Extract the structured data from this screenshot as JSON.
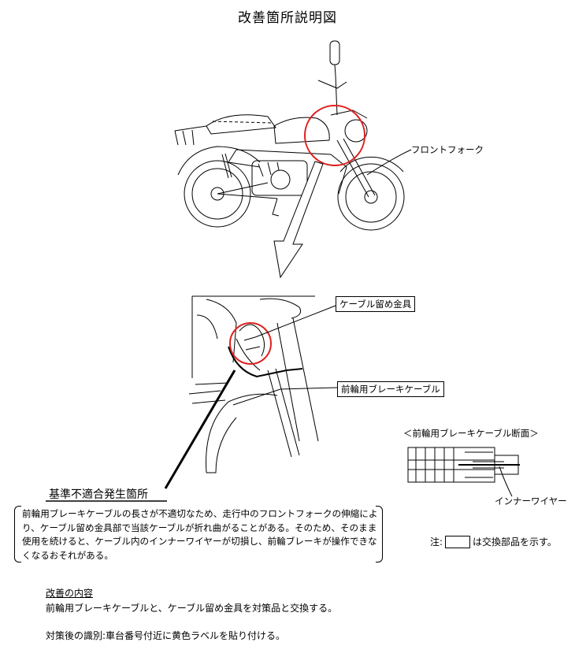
{
  "title": "改善箇所説明図",
  "labels": {
    "front_fork": "フロントフォーク",
    "cable_clamp": "ケーブル留め金具",
    "front_brake_cable": "前輪用ブレーキケーブル",
    "cross_section_title": "＜前輪用ブレーキケーブル断面＞",
    "inner_wire": "インナーワイヤー"
  },
  "defect": {
    "heading": "基準不適合発生箇所",
    "description": "前輪用ブレーキケーブルの長さが不適切なため、走行中のフロントフォークの伸縮により、ケーブル留め金具部で当該ケーブルが折れ曲がることがある。そのため、そのまま使用を続けると、ケーブル内のインナーワイヤーが切損し、前輪ブレーキが操作できなくなるおそれがある。"
  },
  "note": {
    "prefix": "注:",
    "suffix": "は交換部品を示す。"
  },
  "improvement": {
    "heading": "改善の内容",
    "text": "前輪用ブレーキケーブルと、ケーブル留め金具を対策品と交換する。"
  },
  "identification": {
    "text": "対策後の識別:車台番号付近に黄色ラベルを貼り付ける。"
  },
  "colors": {
    "highlight_circle": "#e02020",
    "line": "#000000"
  }
}
